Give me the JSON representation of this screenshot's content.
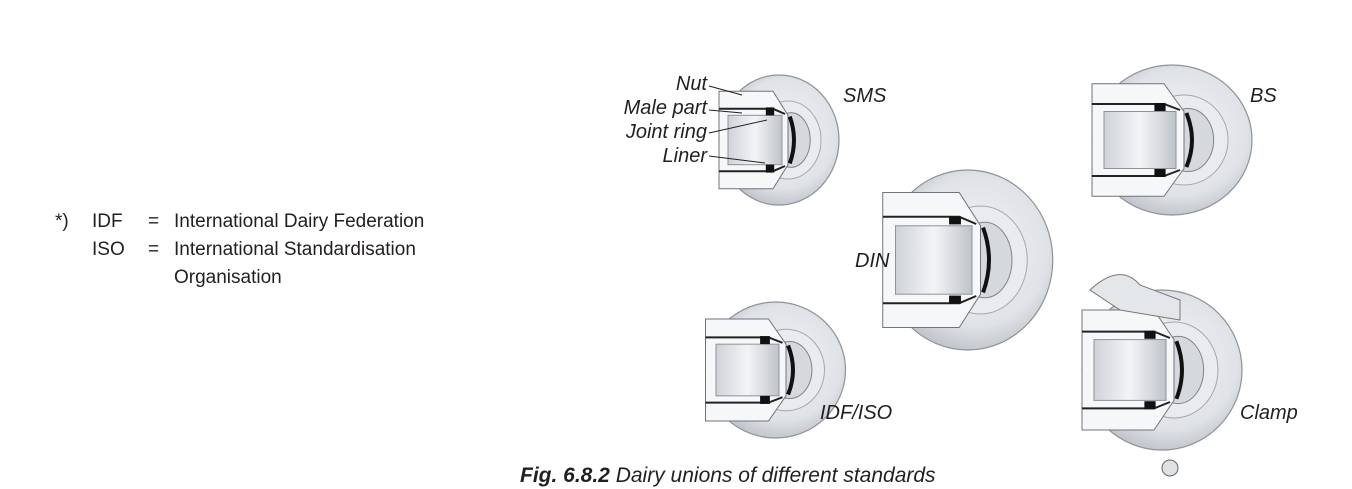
{
  "footnote": {
    "marker": "*)",
    "entries": [
      {
        "abbr": "IDF",
        "eq": "=",
        "text": "International Dairy Federation"
      },
      {
        "abbr": "ISO",
        "eq": "=",
        "text": "International Standardisation"
      },
      {
        "abbr": "",
        "eq": "",
        "text": "Organisation"
      }
    ]
  },
  "figure": {
    "part_labels": {
      "nut": "Nut",
      "male_part": "Male part",
      "joint_ring": "Joint ring",
      "liner": "Liner"
    },
    "unions": {
      "sms": "SMS",
      "bs": "BS",
      "din": "DIN",
      "idf_iso": "IDF/ISO",
      "clamp": "Clamp"
    },
    "caption_number": "Fig. 6.8.2",
    "caption_text": " Dairy unions of  different standards"
  }
}
